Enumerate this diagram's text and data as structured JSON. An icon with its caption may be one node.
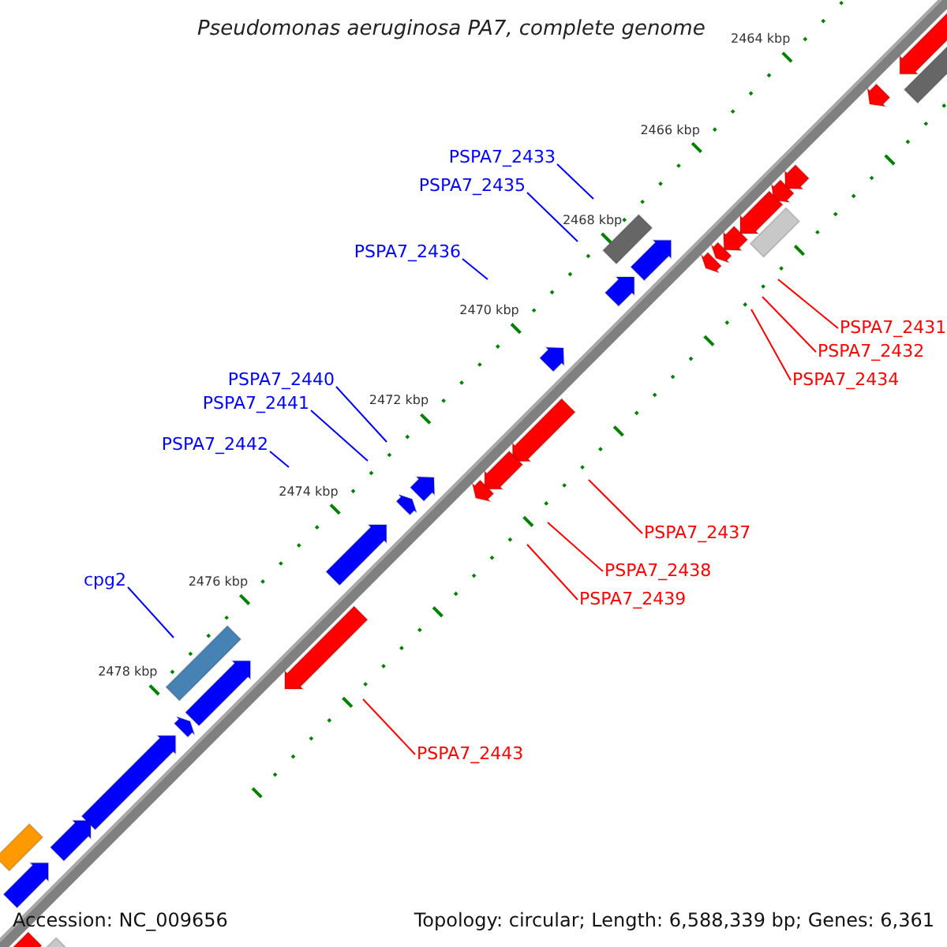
{
  "diagram": {
    "title": "Pseudomonas aeruginosa PA7, complete genome",
    "nodes": [
      {
        "text": [
          "PSPA7_2433"
        ]
      },
      {
        "text": [
          "PSPA7_2435"
        ]
      },
      {
        "text": [
          "PSPA7_2436"
        ]
      },
      {
        "text": [
          "PSPA7_2440"
        ]
      },
      {
        "text": [
          "PSPA7_2441"
        ]
      },
      {
        "text": [
          "PSPA7_2442"
        ]
      },
      {
        "text": [
          "cpg2"
        ]
      },
      {
        "text": [
          "PSPA7_2431"
        ]
      },
      {
        "text": [
          "PSPA7_2432"
        ]
      },
      {
        "text": [
          "PSPA7_2434"
        ]
      },
      {
        "text": [
          "PSPA7_2437"
        ]
      },
      {
        "text": [
          "PSPA7_2438"
        ]
      },
      {
        "text": [
          "PSPA7_2439"
        ]
      },
      {
        "text": [
          "PSPA7_2443"
        ]
      }
    ],
    "edges": [
      {
        "from": 0,
        "to": null,
        "arrow": "none",
        "color": "#0000ff"
      },
      {
        "from": 1,
        "to": null,
        "arrow": "none",
        "color": "#0000ff"
      },
      {
        "from": 2,
        "to": null,
        "arrow": "none",
        "color": "#0000ff"
      },
      {
        "from": 3,
        "to": null,
        "arrow": "none",
        "color": "#0000ff"
      },
      {
        "from": 4,
        "to": null,
        "arrow": "none",
        "color": "#0000ff"
      },
      {
        "from": 5,
        "to": null,
        "arrow": "none",
        "color": "#0000ff"
      },
      {
        "from": 6,
        "to": null,
        "arrow": "none",
        "color": "#0000ff"
      },
      {
        "from": 7,
        "to": null,
        "arrow": "none",
        "color": "#ff0000"
      },
      {
        "from": 8,
        "to": null,
        "arrow": "none",
        "color": "#ff0000"
      },
      {
        "from": 9,
        "to": null,
        "arrow": "none",
        "color": "#ff0000"
      },
      {
        "from": 10,
        "to": null,
        "arrow": "none",
        "color": "#ff0000"
      },
      {
        "from": 11,
        "to": null,
        "arrow": "none",
        "color": "#ff0000"
      },
      {
        "from": 12,
        "to": null,
        "arrow": "none",
        "color": "#ff0000"
      },
      {
        "from": 13,
        "to": null,
        "arrow": "none",
        "color": "#ff0000"
      }
    ],
    "labels": [
      "2464 kbp",
      "2466 kbp",
      "2468 kbp",
      "2470 kbp",
      "2472 kbp",
      "2474 kbp",
      "2476 kbp",
      "2478 kbp",
      "Accession: NC_009656",
      "Topology: circular; Length: 6,588,339 bp; Genes: 6,361"
    ]
  }
}
